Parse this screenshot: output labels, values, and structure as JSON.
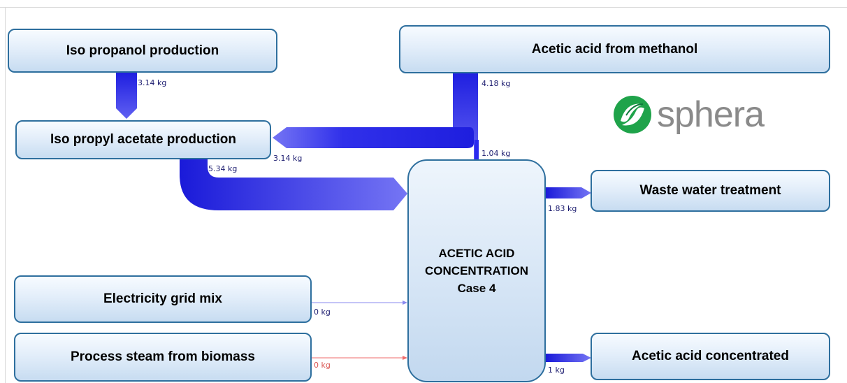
{
  "nodes": {
    "iso_propanol": "Iso propanol production",
    "acetic_methanol": "Acetic acid from methanol",
    "iso_propyl_acetate": "Iso propyl acetate production",
    "waste_water": "Waste water treatment",
    "electricity": "Electricity grid mix",
    "process_steam": "Process steam from biomass",
    "acetic_concentrated": "Acetic acid concentrated",
    "central_line1": "ACETIC ACID",
    "central_line2": "CONCENTRATION",
    "central_line3": "Case 4"
  },
  "flows": {
    "propanol_to_acetate": "3.14 kg",
    "methanol_out": "4.18 kg",
    "methanol_to_acetate": "3.14 kg",
    "methanol_to_central": "1.04 kg",
    "acetate_to_central": "5.34 kg",
    "central_to_waste": "1.83 kg",
    "electricity_to_central": "0 kg",
    "steam_to_central": "0 kg",
    "central_to_concentrated": "1 kg"
  },
  "logo": {
    "text": "sphera"
  },
  "colors": {
    "flow": "#2b2bef",
    "steam_flow": "#ef6b6b",
    "box_border": "#2e6f9e"
  }
}
